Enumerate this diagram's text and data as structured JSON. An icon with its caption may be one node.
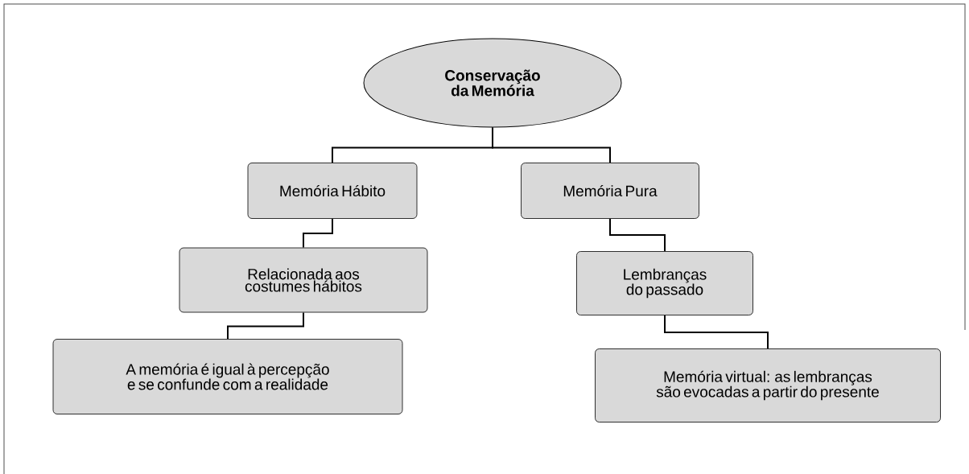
{
  "diagram": {
    "nodes": [
      {
        "text": [
          "Conservação da Memória"
        ]
      },
      {
        "text": [
          "Memória Hábito"
        ]
      },
      {
        "text": [
          "Memória Pura"
        ]
      },
      {
        "text": [
          "Relacionada aos costumes hábitos"
        ]
      },
      {
        "text": [
          "Lembranças do passado"
        ]
      },
      {
        "text": [
          "A memória é igual à percepção e se confunde com a realidade"
        ]
      },
      {
        "text": [
          "Memória virtual: as lembranças são evocadas a partir do presente"
        ]
      }
    ],
    "edges": [
      {
        "from": 0,
        "to": 1,
        "arrow": "none"
      },
      {
        "from": 0,
        "to": 2,
        "arrow": "none"
      },
      {
        "from": 1,
        "to": 3,
        "arrow": "none"
      },
      {
        "from": 2,
        "to": 4,
        "arrow": "none"
      },
      {
        "from": 3,
        "to": 5,
        "arrow": "none"
      },
      {
        "from": 4,
        "to": 6,
        "arrow": "none"
      }
    ]
  }
}
